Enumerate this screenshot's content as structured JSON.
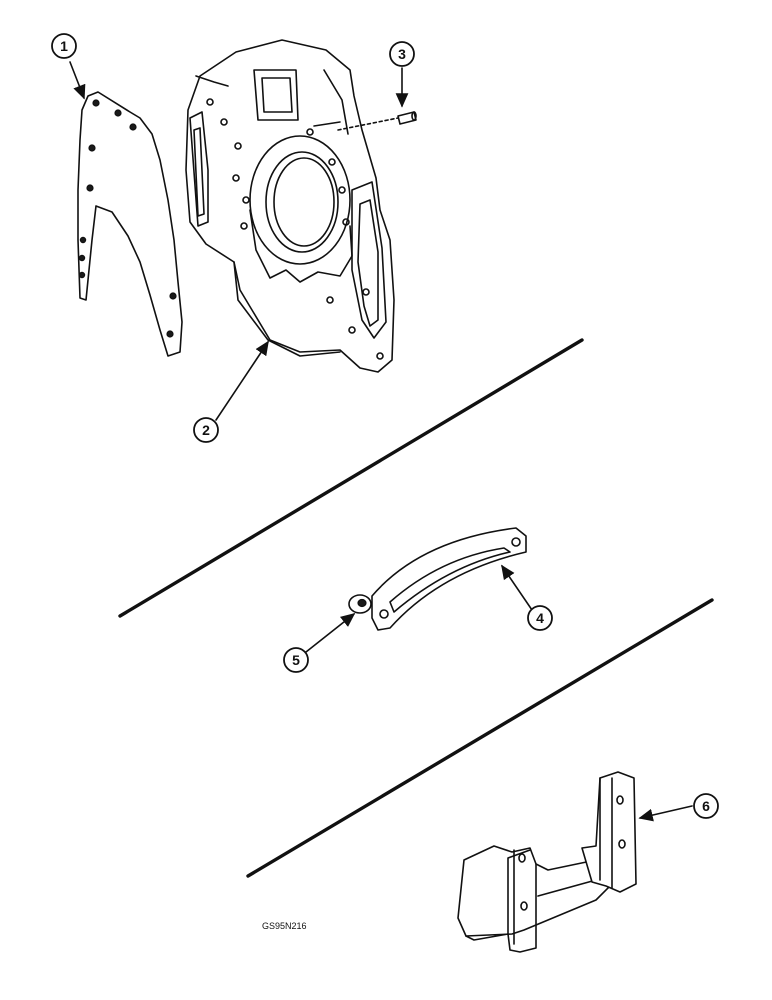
{
  "figure_ref": "GS95N216",
  "callouts": [
    "1",
    "2",
    "3",
    "4",
    "5",
    "6"
  ]
}
